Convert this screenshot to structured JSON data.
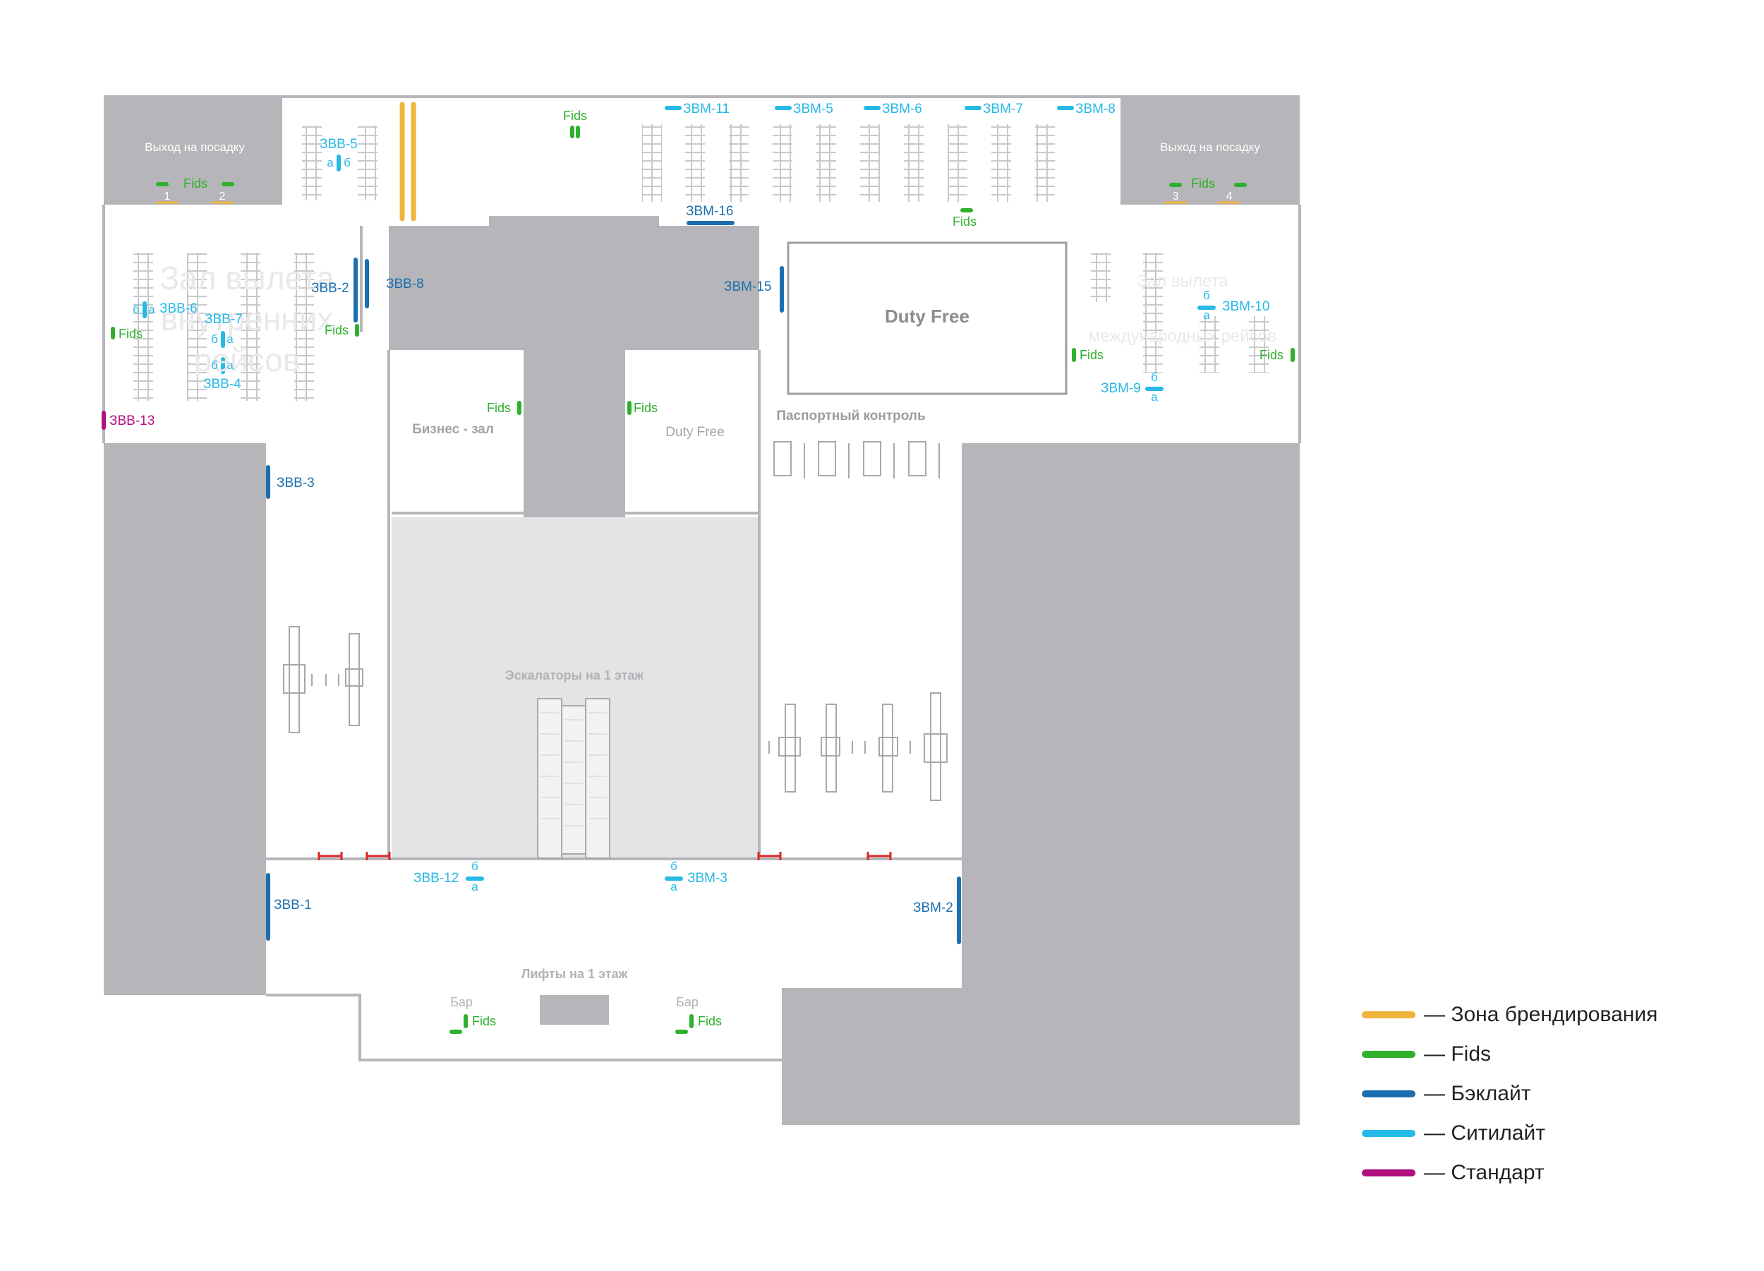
{
  "colors": {
    "branding": "#f0b43c",
    "fids": "#2fb02c",
    "backlight": "#1c6fae",
    "citylight": "#25b9e6",
    "standard": "#b0107f",
    "wall": "#b6b5b9",
    "floor": "#ffffff",
    "escalator_zone": "#e4e4e6",
    "rope": "#d62a2a"
  },
  "areas": {
    "boarding_exit_left": "Выход на  посадку",
    "boarding_exit_right": "Выход на  посадку",
    "domestic_hall": [
      "Зал вылета",
      "внутренних",
      "рейсов"
    ],
    "international_hall": [
      "Зал вылета",
      "международных рейсов"
    ],
    "duty_free_main": "Duty Free",
    "passport_control": "Паспортный контроль",
    "business_lounge": "Бизнес - зал",
    "duty_free_small": "Duty Free",
    "escalators": "Эскалаторы на 1 этаж",
    "elevators": "Лифты на 1 этаж",
    "bar_left": "Бар",
    "bar_right": "Бар"
  },
  "gates": [
    "1",
    "2",
    "3",
    "4"
  ],
  "markers": {
    "fids": "Fids",
    "side_a": "а",
    "side_b": "б"
  },
  "spots": {
    "zbm11": "ЗВМ-11",
    "zbm5": "ЗВМ-5",
    "zbm6": "ЗВМ-6",
    "zbm7": "ЗВМ-7",
    "zbm8": "ЗВМ-8",
    "zbb5": "ЗВВ-5",
    "zbm16": "ЗВМ-16",
    "zbb2": "ЗВВ-2",
    "zbb8": "ЗВВ-8",
    "zbm15": "ЗВМ-15",
    "zbb6": "ЗВВ-6",
    "zbb7": "ЗВВ-7",
    "zbb4": "ЗВВ-4",
    "zbb13": "ЗВВ-13",
    "zbb3": "ЗВВ-3",
    "zbm10": "ЗВМ-10",
    "zbm9": "ЗВМ-9",
    "zbb12": "ЗВВ-12",
    "zbm3": "ЗВМ-3",
    "zbb1": "ЗВВ-1",
    "zbm2": "ЗВМ-2"
  },
  "legend": [
    {
      "label": "— Зона брендирования",
      "color": "#f0b43c"
    },
    {
      "label": "— Fids",
      "color": "#2fb02c"
    },
    {
      "label": "— Бэклайт",
      "color": "#1c6fae"
    },
    {
      "label": "— Ситилайт",
      "color": "#25b9e6"
    },
    {
      "label": "— Стандарт",
      "color": "#b0107f"
    }
  ]
}
